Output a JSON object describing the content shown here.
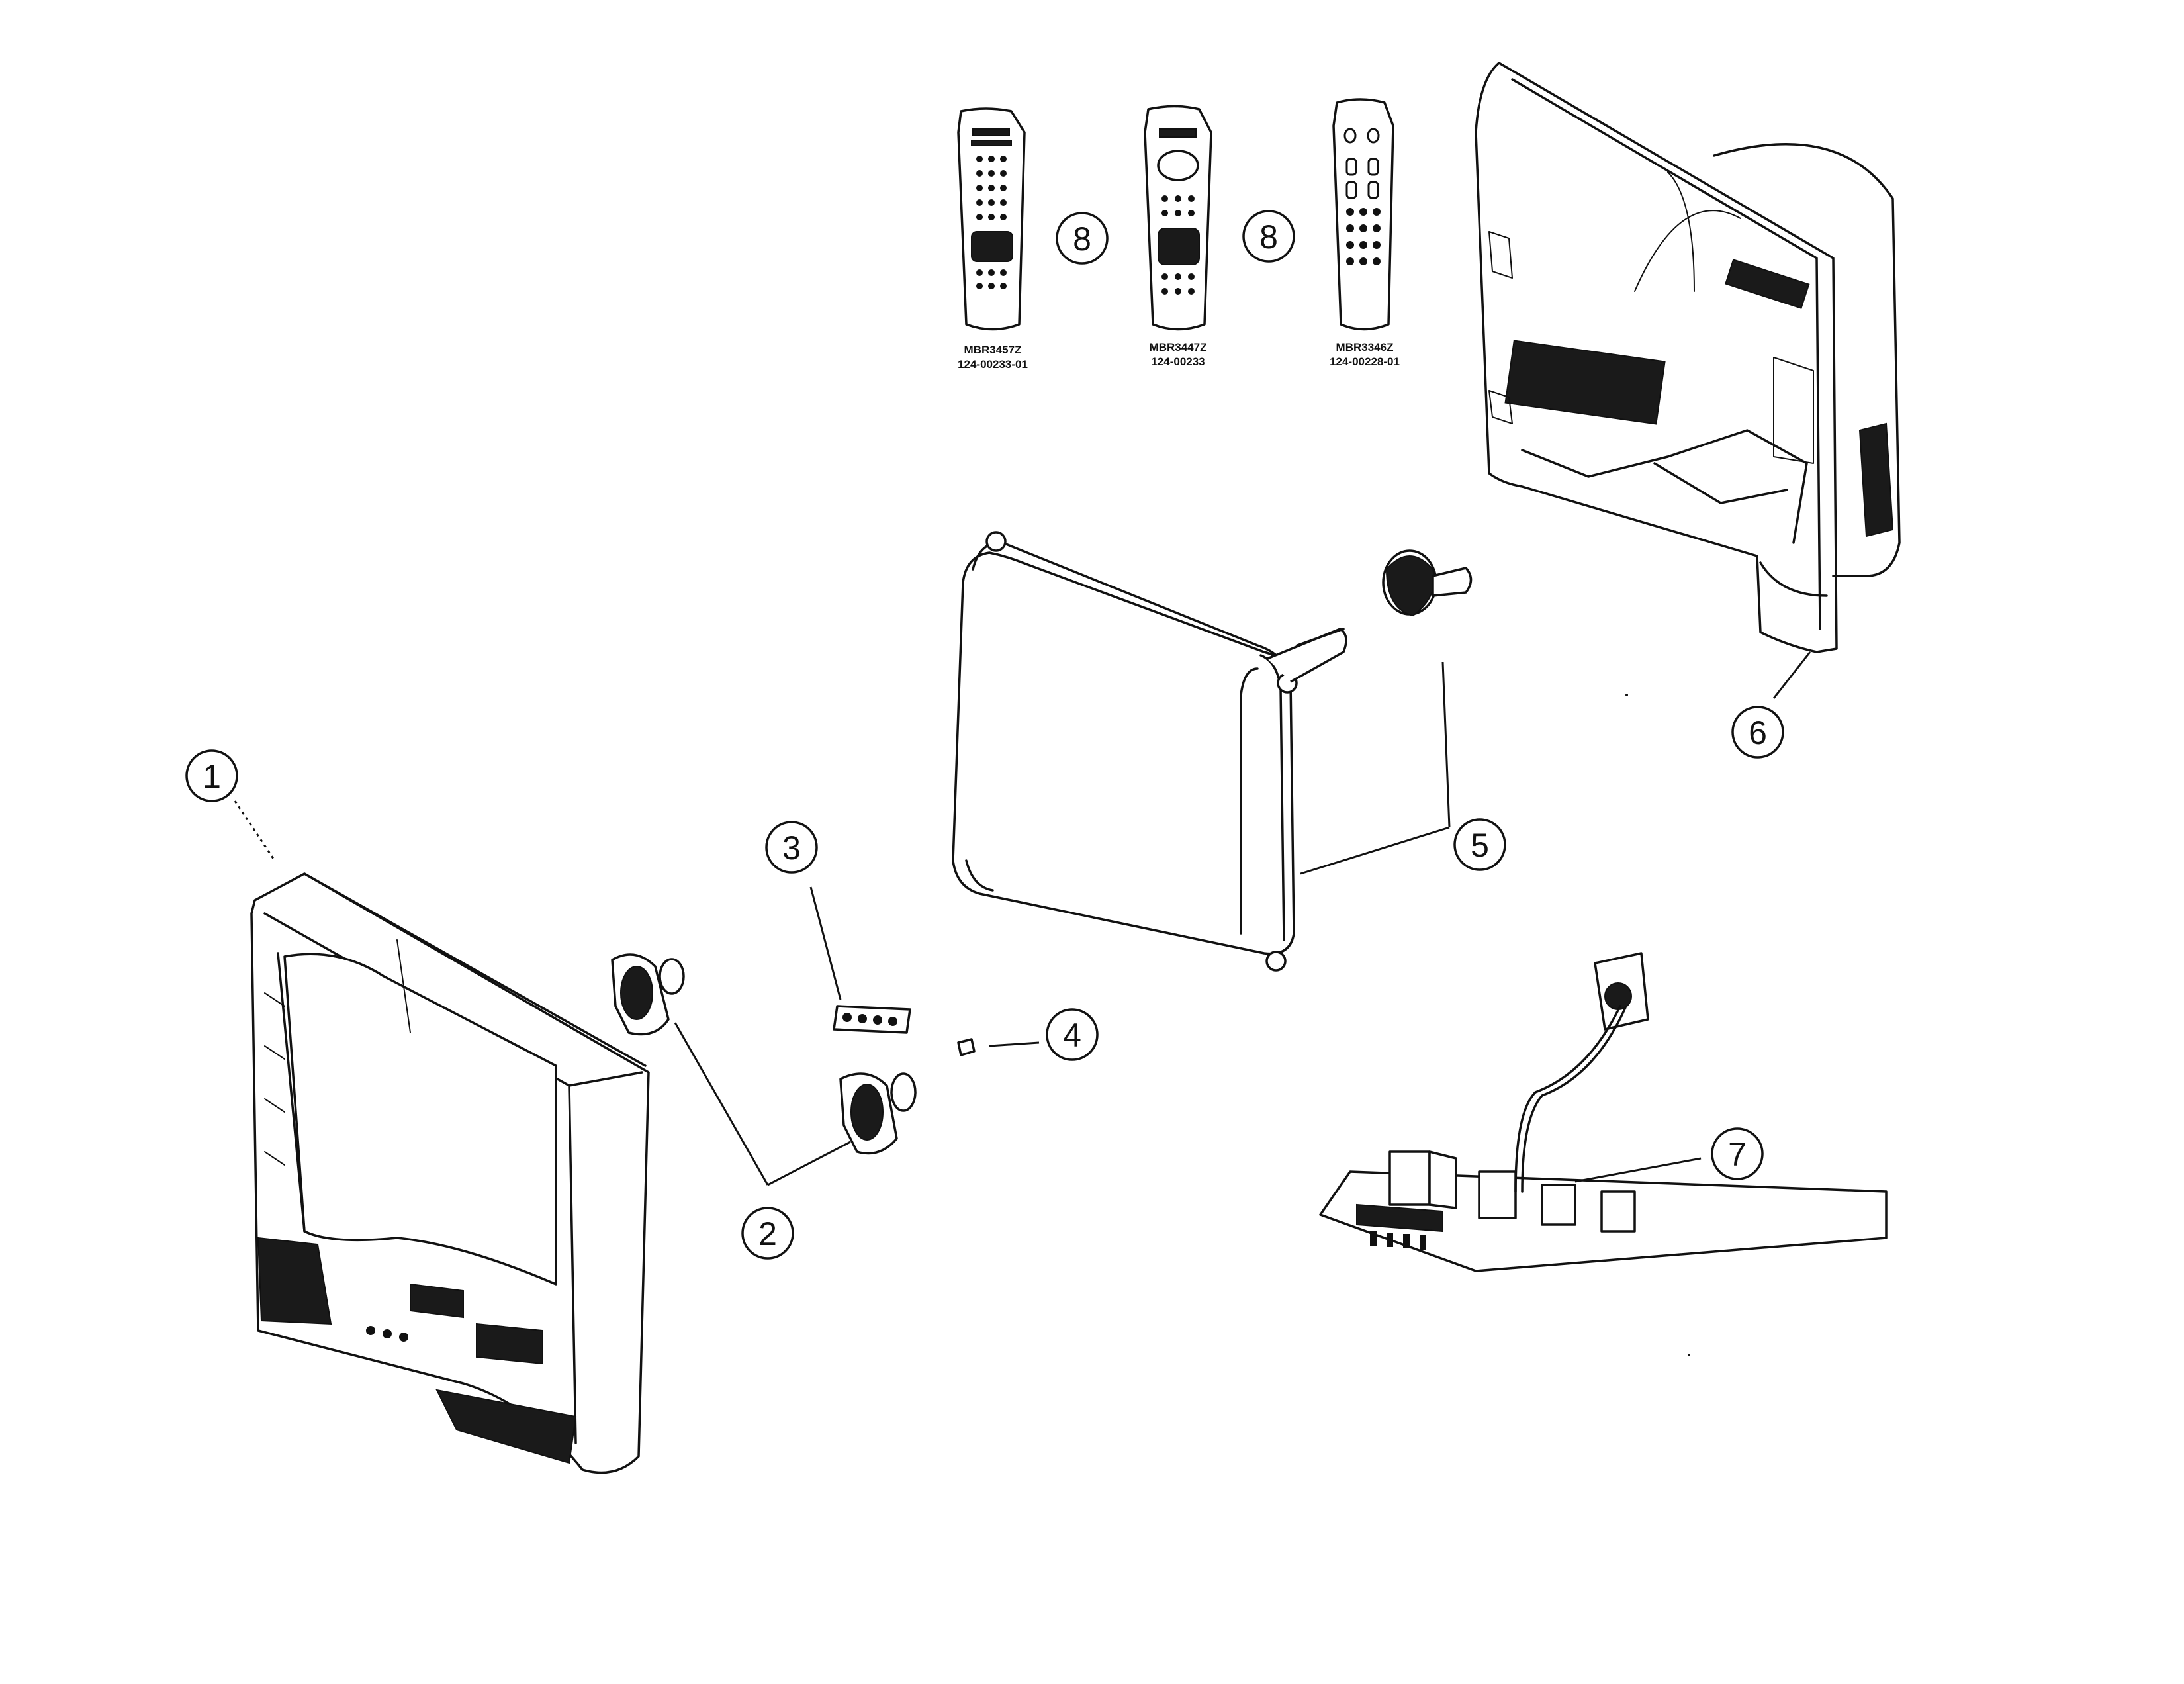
{
  "callouts": [
    {
      "id": "1",
      "label": "1"
    },
    {
      "id": "2",
      "label": "2"
    },
    {
      "id": "3",
      "label": "3"
    },
    {
      "id": "4",
      "label": "4"
    },
    {
      "id": "5",
      "label": "5"
    },
    {
      "id": "6",
      "label": "6"
    },
    {
      "id": "7",
      "label": "7"
    },
    {
      "id": "8a",
      "label": "8"
    },
    {
      "id": "8b",
      "label": "8"
    }
  ],
  "remotes": [
    {
      "model": "MBR3457Z",
      "part": "124-00233-01"
    },
    {
      "model": "MBR3447Z",
      "part": "124-00233"
    },
    {
      "model": "MBR3346Z",
      "part": "124-00228-01"
    }
  ]
}
